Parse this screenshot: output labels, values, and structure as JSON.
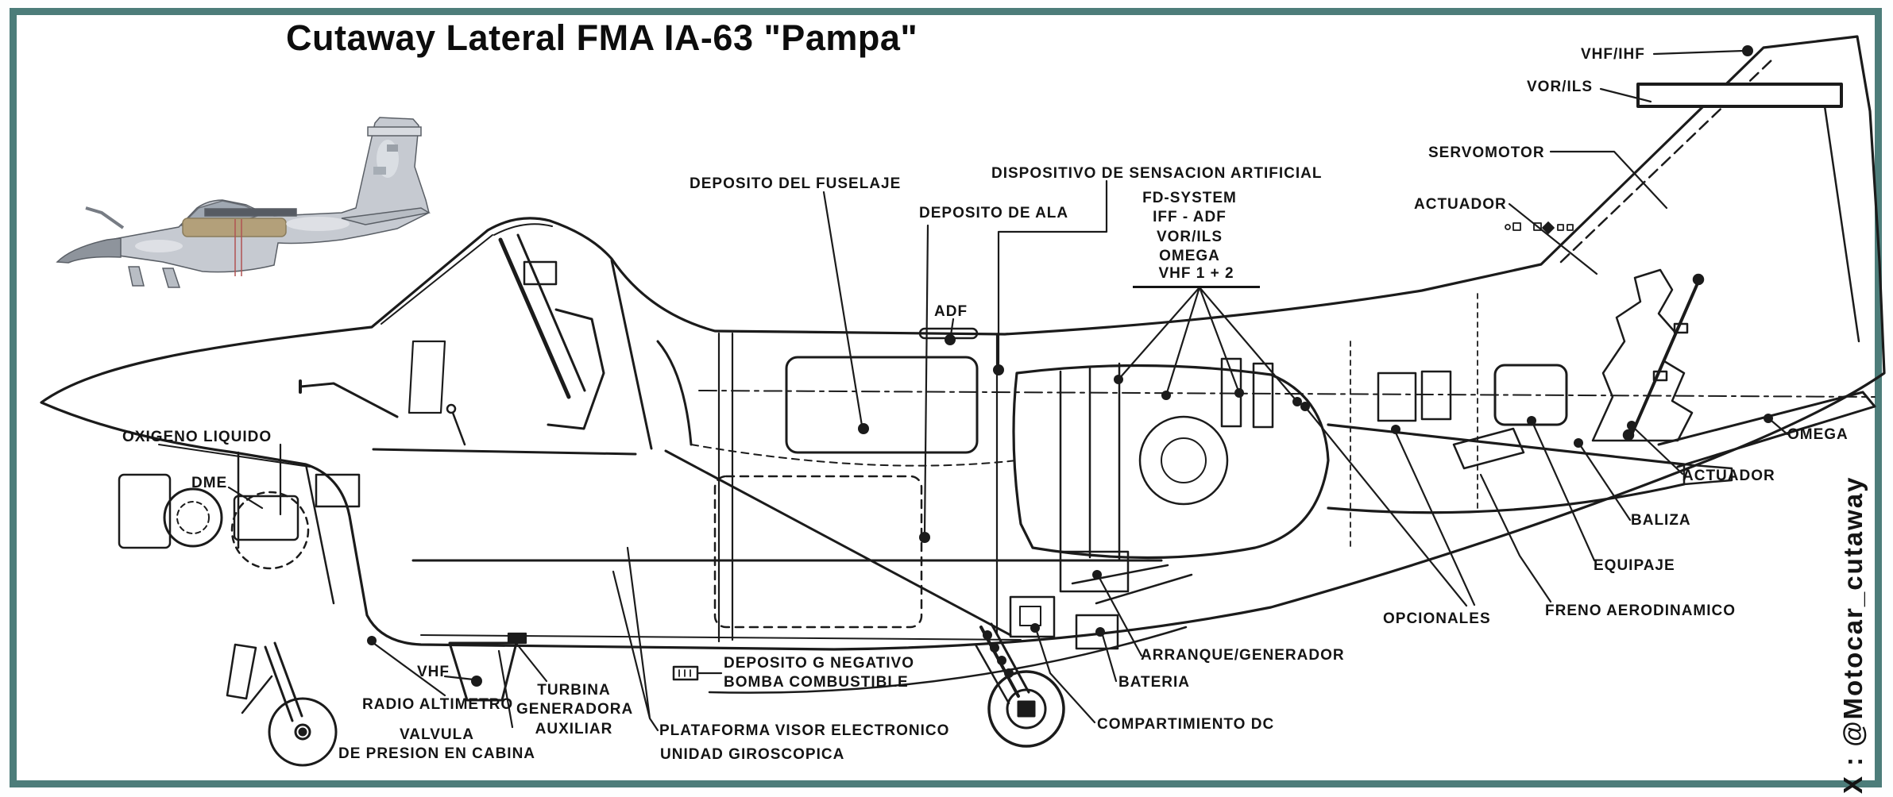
{
  "colors": {
    "frame_border": "#4d7d7a",
    "ink": "#141414",
    "paper": "#ffffff",
    "photo_grey": "#c6cad1",
    "photo_dark": "#8e949c",
    "photo_tan": "#b3a07a"
  },
  "title": "Cutaway Lateral FMA IA-63 \"Pampa\"",
  "watermark": "X : @Motocar_cutaway",
  "labels": {
    "deposito_fuselaje": "DEPOSITO DEL FUSELAJE",
    "deposito_ala": "DEPOSITO DE ALA",
    "dispositivo": "DISPOSITIVO DE SENSACION ARTIFICIAL",
    "fd_stack": "FD-SYSTEM\nIFF - ADF\nVOR/ILS\nOMEGA",
    "vhf_1_2": "VHF 1 + 2",
    "adf_top": "ADF",
    "vhf_ihf": "VHF/IHF",
    "vor_ils_tail": "VOR/ILS",
    "servomotor": "SERVOMOTOR",
    "actuador_tail": "ACTUADOR",
    "oxigeno": "OXIGENO LIQUIDO",
    "dme": "DME",
    "vhf_lower": "VHF",
    "radio_altimetro": "RADIO ALTIMETRO",
    "turbina": "TURBINA\nGENERADORA\nAUXILIAR",
    "valvula": "VALVULA\nDE PRESION EN CABINA",
    "deposito_g": "DEPOSITO G NEGATIVO\nBOMBA COMBUSTIBLE",
    "plataforma": "PLATAFORMA VISOR ELECTRONICO",
    "unidad_giro": "UNIDAD GIROSCOPICA",
    "arranque": "ARRANQUE/GENERADOR",
    "bateria": "BATERIA",
    "compartimiento": "COMPARTIMIENTO DC",
    "opcionales": "OPCIONALES",
    "freno": "FRENO AERODINAMICO",
    "equipaje": "EQUIPAJE",
    "baliza": "BALIZA",
    "actuador_rear": "ACTUADOR",
    "omega_right": "OMEGA"
  }
}
